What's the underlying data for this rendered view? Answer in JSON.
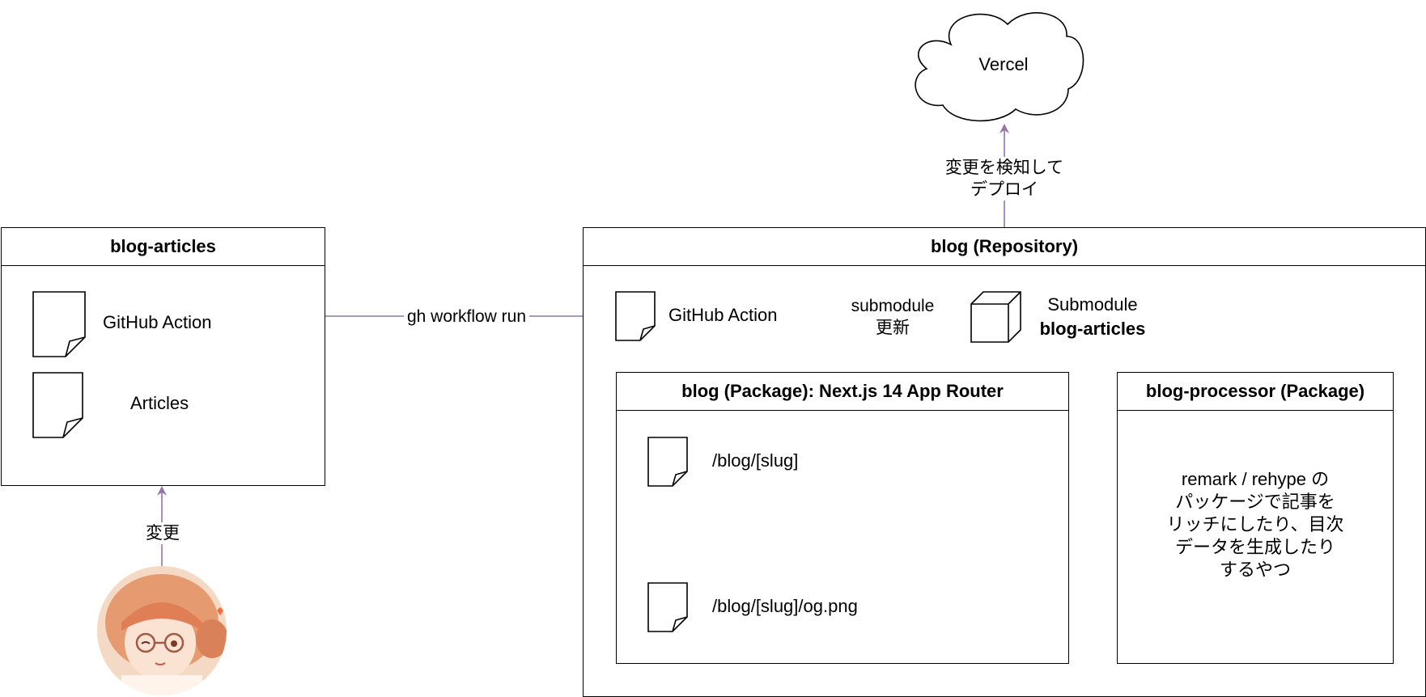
{
  "blog_articles_box": {
    "title": "blog-articles",
    "github_action_label": "GitHub Action",
    "articles_label": "Articles"
  },
  "blog_repo_box": {
    "title": "blog (Repository)",
    "github_action_label": "GitHub Action",
    "submodule_line1": "Submodule",
    "submodule_line2": "blog-articles"
  },
  "blog_package_box": {
    "title": "blog (Package): Next.js 14 App Router",
    "route1": "/blog/[slug]",
    "route2": "/blog/[slug]/og.png"
  },
  "processor_box": {
    "title": "blog-processor (Package)",
    "description_lines": [
      "remark / rehype の",
      "パッケージで記事を",
      "リッチにしたり、目次",
      "データを生成したり",
      "するやつ"
    ]
  },
  "vercel": {
    "label": "Vercel"
  },
  "edges": {
    "workflow_run": "gh workflow run",
    "submodule_update_line1": "submodule",
    "submodule_update_line2": "更新",
    "deploy_line1": "変更を検知して",
    "deploy_line2": "デプロイ",
    "change": "変更"
  },
  "colors": {
    "purple_edge": "#9673a6",
    "green_edge": "#82b366",
    "stroke": "#000000"
  }
}
